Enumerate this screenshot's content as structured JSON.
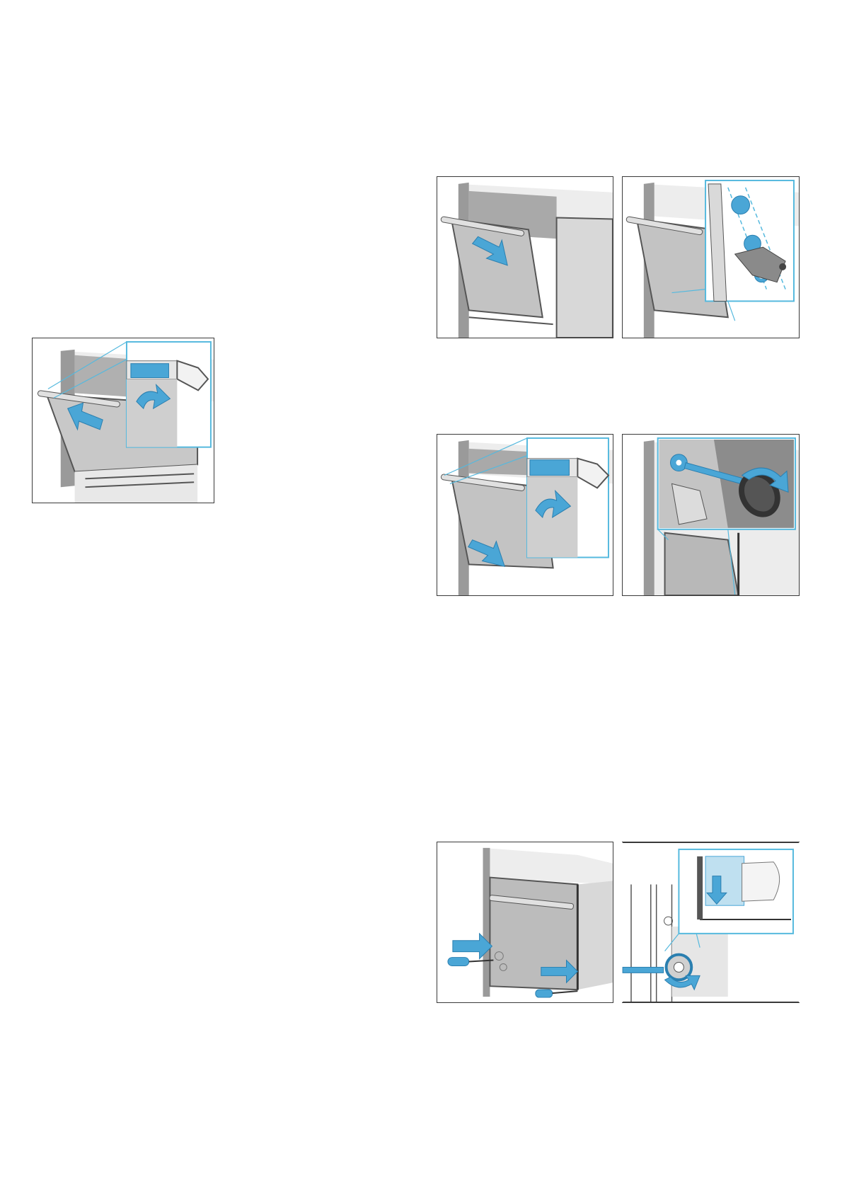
{
  "colors": {
    "accent": "#4aa6d6",
    "accent_dark": "#2a7fb0",
    "callout_frame": "#55b9de",
    "frame": "#3a3a3a",
    "oven_top": "#ededed",
    "oven_side": "#d4d4d4",
    "glass": "#c2c2c2"
  },
  "illustrations": [
    {
      "id": "fig-1",
      "subject": "door-handle-button-lift",
      "icons": [
        "arrow-up-icon",
        "curved-arrow-icon"
      ]
    },
    {
      "id": "fig-2",
      "subject": "door-pull-down",
      "icons": [
        "arrow-down-icon"
      ]
    },
    {
      "id": "fig-3",
      "subject": "hinge-detail",
      "icons": [
        "hinge-icon"
      ]
    },
    {
      "id": "fig-4",
      "subject": "door-handle-button-push",
      "icons": [
        "arrow-down-icon",
        "curved-arrow-icon"
      ]
    },
    {
      "id": "fig-5",
      "subject": "hinge-cover-rotate",
      "icons": [
        "rotate-arrow-icon"
      ]
    },
    {
      "id": "fig-6",
      "subject": "screwdriver-on-frame",
      "icons": [
        "screwdriver-icon",
        "arrow-right-icon"
      ]
    },
    {
      "id": "fig-7",
      "subject": "screwdriver-turn-detail",
      "icons": [
        "screwdriver-icon",
        "rotate-arrow-icon",
        "arrow-down-icon"
      ]
    }
  ]
}
